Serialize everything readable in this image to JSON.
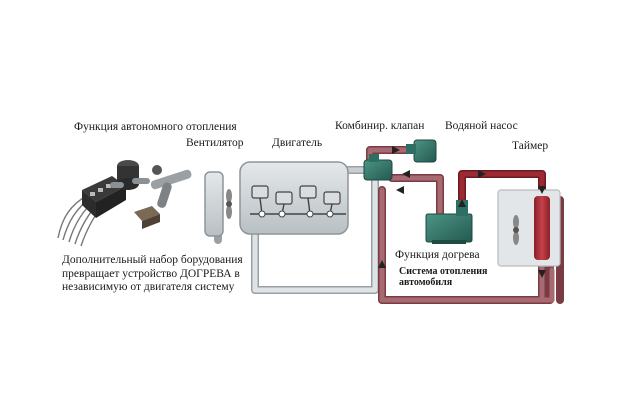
{
  "labels": {
    "autonomous_heating": "Функция автономного отопления",
    "fan": "Вентилятор",
    "engine": "Двигатель",
    "combined_valve": "Комбинир. клапан",
    "water_pump": "Водяной насос",
    "timer": "Таймер",
    "preheat_function": "Функция догрева",
    "car_heating_system_line1": "Система отопления",
    "car_heating_system_line2": "автомобиля"
  },
  "description": {
    "line1": "Дополнительный набор борудования",
    "line2": "превращает устройство ДОГРЕВА в",
    "line3": "независимую от двигателя систему"
  },
  "colors": {
    "engine_circuit": "#c9ced2",
    "heater_circuit": "#a86a72",
    "hot_pipe": "#9b2a34",
    "component_teal": "#2f6f63",
    "arrow": "#222222"
  },
  "icons": {
    "kit": "additional-equipment-kit-icon",
    "fan": "fan-icon",
    "engine": "engine-block-icon",
    "valve": "combined-valve-icon",
    "pump": "water-pump-icon",
    "heater": "preheater-unit-icon",
    "radiator": "heater-radiator-icon"
  }
}
